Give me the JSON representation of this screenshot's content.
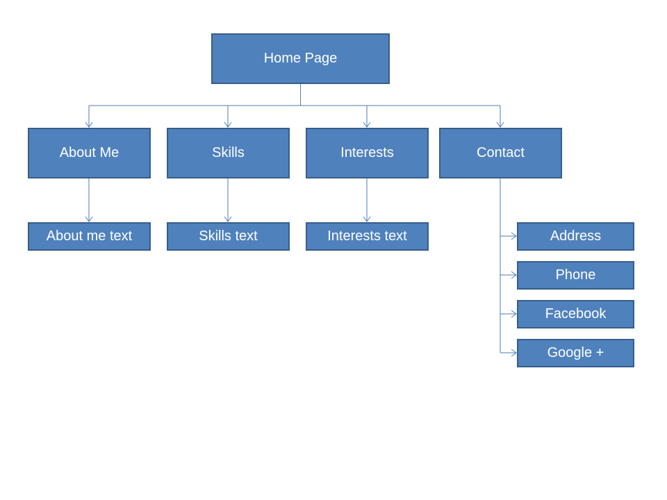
{
  "colors": {
    "fill": "#4f81bd",
    "border": "#385d8a",
    "text": "#ffffff",
    "connector": "#4a7ebb"
  },
  "sitemap": {
    "root": "Home Page",
    "sections": [
      {
        "label": "About Me",
        "children": [
          "About me text"
        ]
      },
      {
        "label": "Skills",
        "children": [
          "Skills text"
        ]
      },
      {
        "label": "Interests",
        "children": [
          "Interests text"
        ]
      },
      {
        "label": "Contact",
        "children": [
          "Address",
          "Phone",
          "Facebook",
          "Google +"
        ]
      }
    ]
  }
}
